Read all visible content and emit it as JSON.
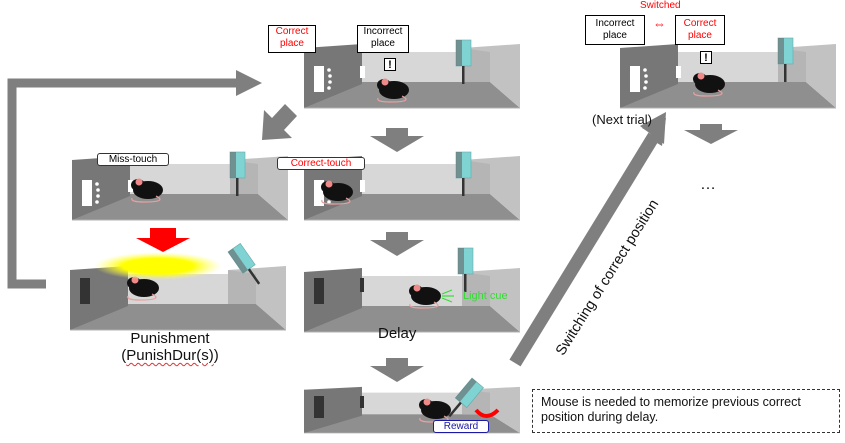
{
  "colors": {
    "arrow_gray": "#7f7f7f",
    "punish_arrow_red": "#ff0000",
    "highlight_red": "#ff0000",
    "light_cue_green": "#33dd33",
    "reward_border_blue": "#1a1aa6",
    "glow_yellow": "#ffff00"
  },
  "top_trial": {
    "correct_place_label": "Correct\nplace",
    "incorrect_place_label": "Incorrect\nplace",
    "alert_symbol": "!"
  },
  "next_trial": {
    "switched_label": "Switched",
    "switch_symbol": "⇔",
    "incorrect_place_label": "Incorrect\nplace",
    "correct_place_label": "Correct\nplace",
    "alert_symbol": "!",
    "caption": "(Next trial)",
    "ellipsis": "…"
  },
  "miss_branch": {
    "badge": "Miss-touch",
    "caption_line1": "Punishment",
    "caption_line2_prefix": "(",
    "caption_line2_term": "PunishDur(s)",
    "caption_line2_suffix": ")"
  },
  "correct_branch": {
    "badge": "Correct-touch",
    "delay_caption": "Delay",
    "light_cue_label": "Light cue",
    "reward_badge": "Reward"
  },
  "switch_arrow_label": "Switching of correct position",
  "note": "Mouse is needed to memorize previous correct position during delay."
}
